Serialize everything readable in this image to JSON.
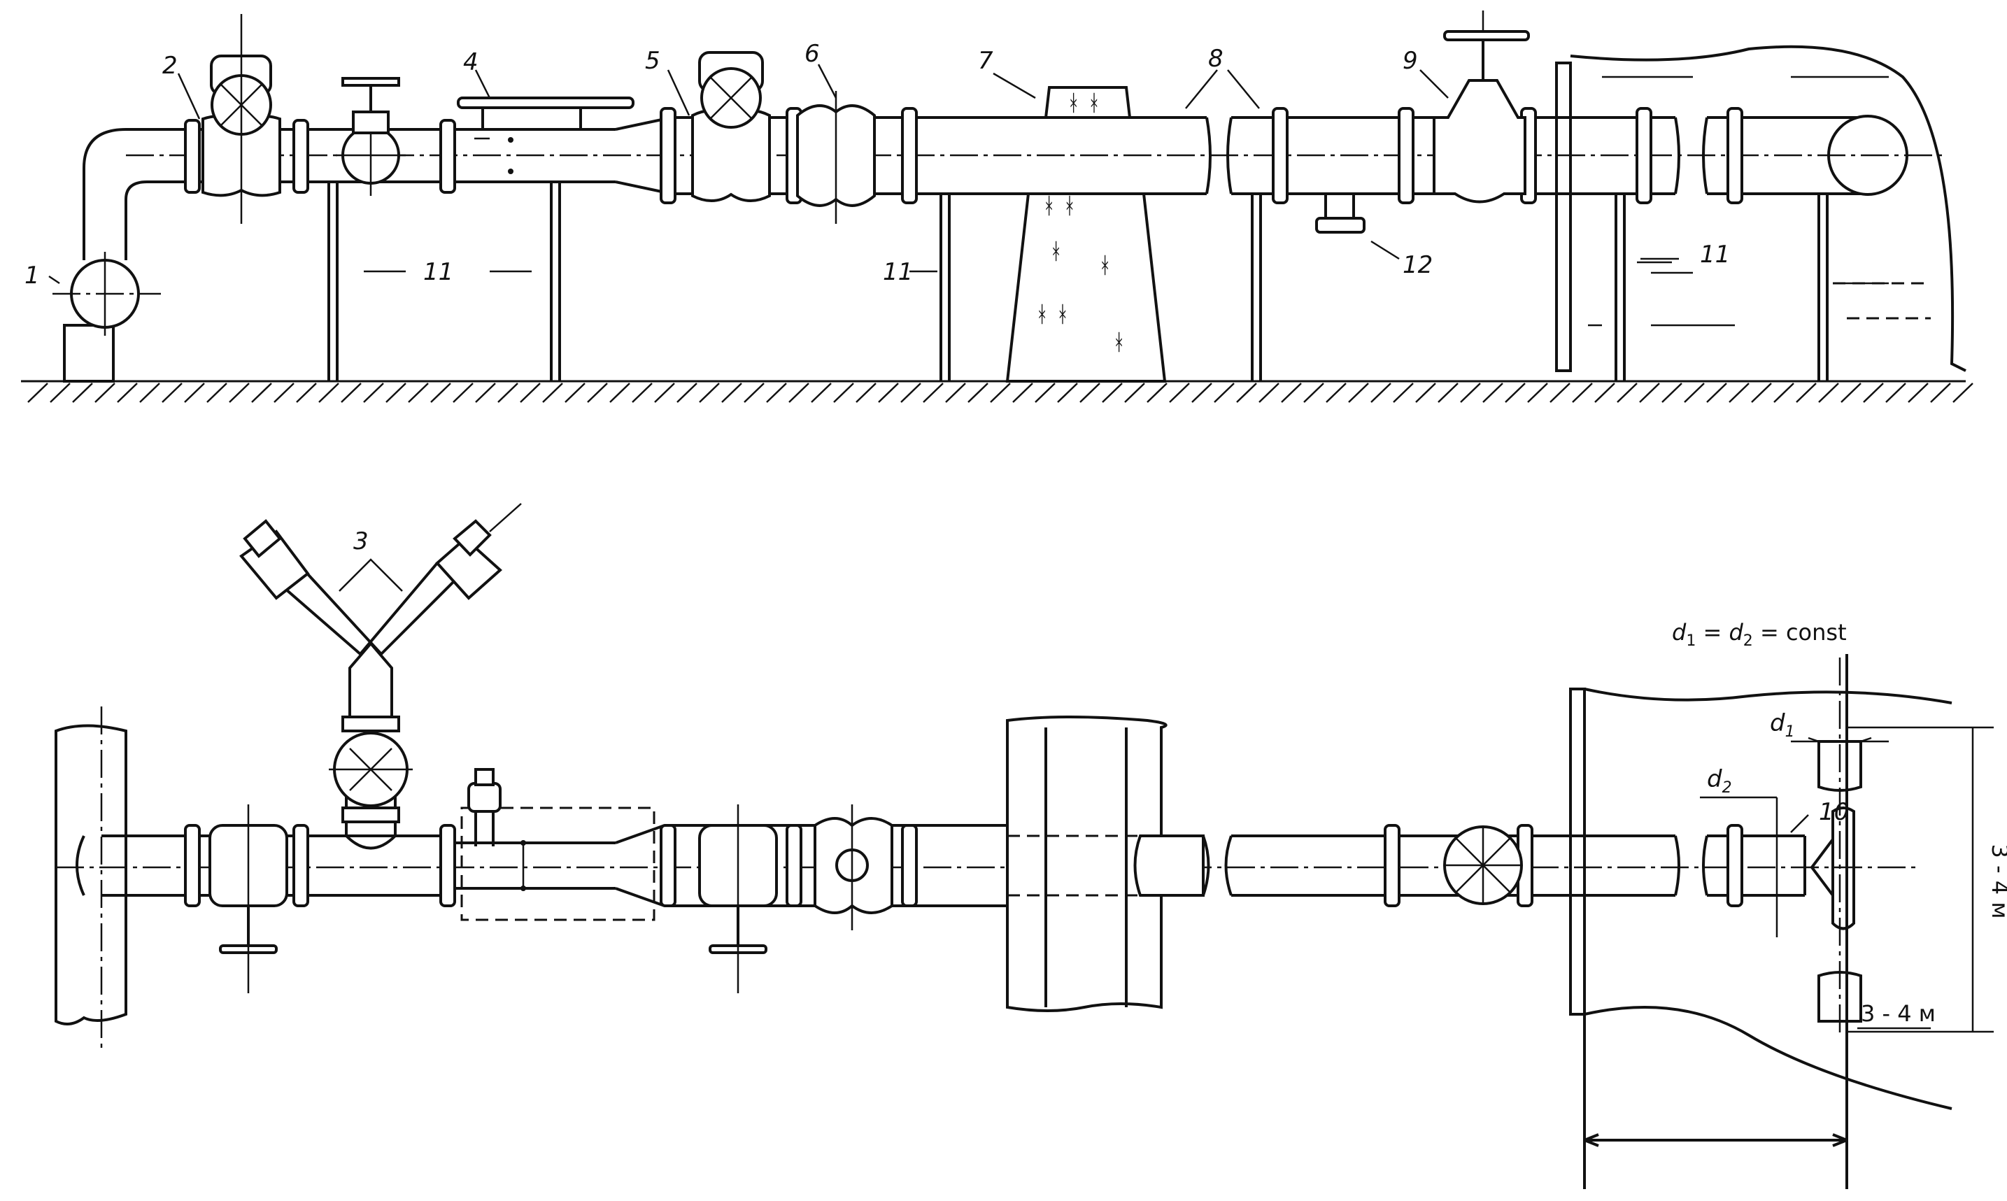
{
  "diagram": {
    "top_labels": {
      "l1": "1",
      "l2": "2",
      "l4": "4",
      "l5": "5",
      "l6": "6",
      "l7": "7",
      "l8": "8",
      "l9": "9",
      "l11a": "11",
      "l11b": "11",
      "l11c": "11",
      "l12": "12"
    },
    "bottom_labels": {
      "l3": "3",
      "l10": "10",
      "d1": "d",
      "d1_sub": "1",
      "d2": "d",
      "d2_sub": "2",
      "formula_d1": "d",
      "formula_d1_sub": "1",
      "formula_eq1": " = ",
      "formula_d2": "d",
      "formula_d2_sub": "2",
      "formula_eq2": " = const",
      "dim_vertical": "3 - 4 м",
      "dim_horizontal": "3 - 4 м"
    }
  }
}
